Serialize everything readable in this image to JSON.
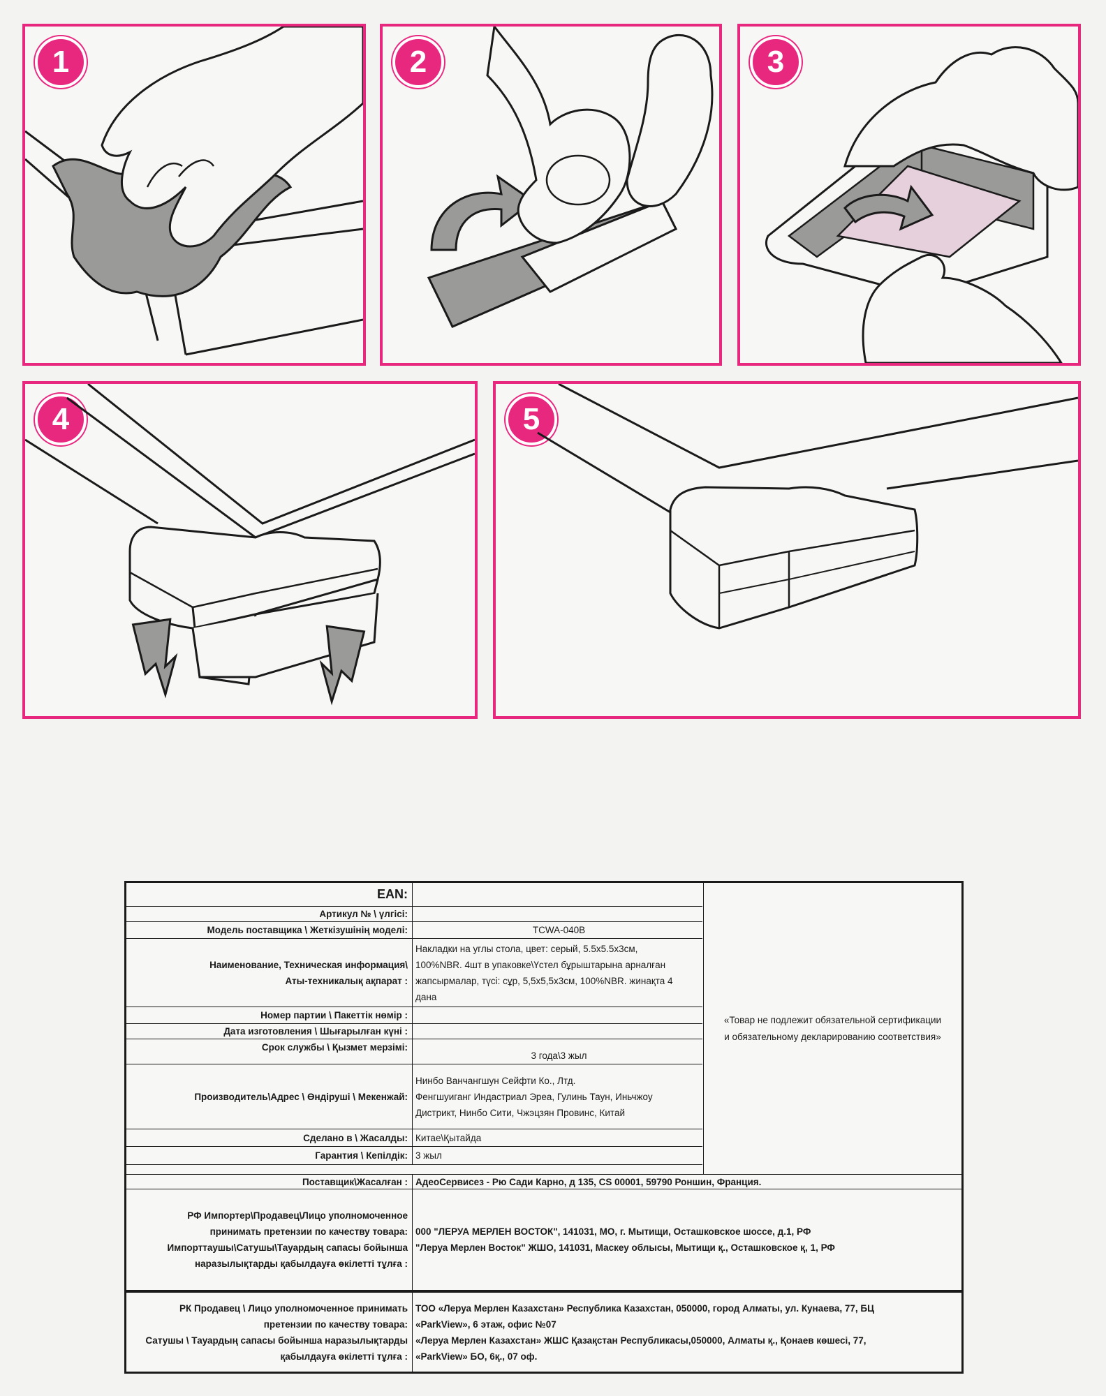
{
  "steps": [
    {
      "number": "1",
      "description": "wipe-surface"
    },
    {
      "number": "2",
      "description": "peel-adhesive"
    },
    {
      "number": "3",
      "description": "attach-adhesive"
    },
    {
      "number": "4",
      "description": "press-onto-corner"
    },
    {
      "number": "5",
      "description": "installed-guard"
    }
  ],
  "colors": {
    "accent": "#e8277f",
    "adhesive_gray": "#9a9a99",
    "adhesive_pink": "#e6d0dc"
  },
  "table": {
    "ean_label": "EAN:",
    "ean_value": "",
    "article_label": "Артикул № \\ үлгісі:",
    "article_value": "",
    "model_label": "Модель поставщика \\ Жеткізушінің моделі:",
    "model_value": "TCWA-040B",
    "name_label": [
      "Наименование, Техническая информация\\",
      "Аты-техникалық ақпарат :"
    ],
    "name_value": [
      "Накладки на углы стола, цвет: серый, 5.5x5.5x3см,",
      "100%NBR. 4шт в упаковке\\Үстел бұрыштарына арналған",
      "жапсырмалар, түсі: сұр, 5,5x5,5x3см, 100%NBR. жинақта 4",
      "дана"
    ],
    "batch_label": "Номер партии \\ Пакеттік нөмір :",
    "batch_value": "",
    "date_label": "Дата изготовления \\ Шығарылған күні :",
    "date_value": "",
    "service_label": "Срок службы \\ Қызмет мерзімі:",
    "service_value": "3 года\\3 жыл",
    "manufacturer_label": "Производитель\\Адрес \\ Өндіруші \\ Мекенжай:",
    "manufacturer_value": [
      "Нинбо Ванчангшун Сейфти Ко., Лтд.",
      "Фенгшуиганг Индастриал Эреа, Гулинь Таун, Иньчжоу",
      "Дистрикт, Нинбо Сити, Чжэцзян Провинс, Китай"
    ],
    "made_in_label": "Сделано в \\ Жасалды:",
    "made_in_value": "Китае\\Қытайда",
    "warranty_label": "Гарантия \\ Кепілдік:",
    "warranty_value": "3 жыл",
    "supplier_label": "Поставщик\\Жасалған :",
    "supplier_value": "АдеоСервисез - Рю Сади Карно, д 135, CS 00001, 59790 Роншин, Франция.",
    "importer_label": [
      "РФ Импортер\\Продавец\\Лицо уполномоченное",
      "принимать претензии по качеству товара:",
      "Импорттаушы\\Сатушы\\Тауардың сапасы бойынша",
      "наразылықтарды қабылдауға өкілетті тұлға :"
    ],
    "importer_value": [
      "",
      "",
      "000 \"ЛЕРУА МЕРЛЕН ВОСТОК\", 141031, МО, г. Мытищи, Осташковское шоссе, д.1, РФ",
      "\"Леруа  Мерлен Восток\" ЖШО, 141031, Маскеу облысы, Мытищи  қ., Осташковское қ, 1, РФ"
    ],
    "rk_label": [
      "РК Продавец \\ Лицо уполномоченное принимать",
      "претензии по качеству товара:",
      "Сатушы \\ Тауардың сапасы бойынша наразылықтарды",
      "қабылдауға өкілетті тұлға :"
    ],
    "rk_value": [
      "ТОО «Леруа Мерлен Казахстан» Республика Казахстан, 050000, город Алматы, ул. Кунаева, 77, БЦ",
      "«ParkView», 6 этаж, офис №07",
      "«Леруа Мерлен Казахстан» ЖШС Қазақстан Республикасы,050000, Алматы қ., Қонаев көшесі, 77,",
      "«ParkView» БО, 6қ., 07 оф."
    ],
    "certification_note": [
      "«Товар не подлежит обязательной сертификации",
      "и обязательному декларированию соответствия»"
    ]
  }
}
